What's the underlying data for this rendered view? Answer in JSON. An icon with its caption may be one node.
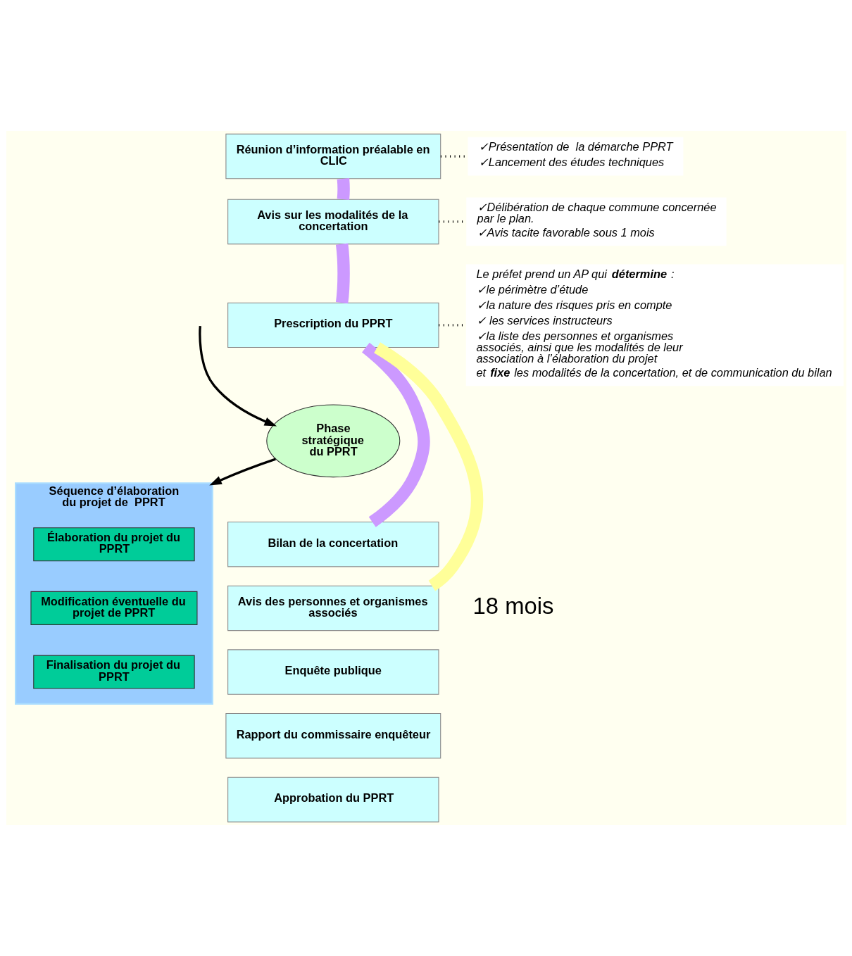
{
  "diagram": {
    "nodes": [
      {
        "text": [
          "Réunion d’information préalable en CLIC"
        ]
      },
      {
        "text": [
          "✓Présentation de  la démarche PPRT",
          "✓Lancement des études techniques"
        ]
      },
      {
        "text": [
          "Avis sur les modalités de la concertation"
        ]
      },
      {
        "text": [
          "✓Délibération de chaque commune concernée par le plan.",
          "✓Avis tacite favorable sous 1 mois"
        ]
      },
      {
        "text": [
          "Prescription du PPRT"
        ]
      },
      {
        "text": [
          "Le préfet prend un AP qui **détermine** :",
          "✓le périmètre d’étude",
          "✓la nature des risques pris en compte",
          "✓ les services instructeurs",
          "✓la liste des personnes et organismes associés, ainsi que les modalités de leur association à l’élaboration du projet",
          "et **fixe** les modalités de la concertation, et de communication du bilan"
        ]
      },
      {
        "text": [
          "Phase stratégique du PPRT"
        ]
      },
      {
        "text": [
          "Bilan de la concertation"
        ]
      },
      {
        "text": [
          "Avis des personnes et organismes associés"
        ]
      },
      {
        "text": [
          "Enquête publique"
        ]
      },
      {
        "text": [
          "Rapport du commissaire enquêteur"
        ]
      },
      {
        "text": [
          "Approbation du PPRT"
        ]
      },
      {
        "text": [
          "Séquence d’élaboration du projet de  PPRT"
        ]
      },
      {
        "text": [
          "Élaboration du projet du PPRT"
        ],
        "in": 12
      },
      {
        "text": [
          "Modification éventuelle du projet de PPRT"
        ],
        "in": 12
      },
      {
        "text": [
          "Finalisation du projet du PPRT"
        ],
        "in": 12
      }
    ],
    "edges": [
      {
        "from": 0,
        "to": 1,
        "arrow": "none",
        "style": "dashed"
      },
      {
        "from": 2,
        "to": 3,
        "arrow": "none",
        "style": "dashed"
      },
      {
        "from": 4,
        "to": 5,
        "arrow": "none",
        "style": "dashed"
      },
      {
        "from": 0,
        "to": 2,
        "arrow": "none",
        "style": "thick",
        "color": "#cc99ff"
      },
      {
        "from": 2,
        "to": 4,
        "arrow": "none",
        "style": "thick",
        "color": "#cc99ff"
      },
      {
        "from": 4,
        "to": 7,
        "arrow": "none",
        "style": "thick",
        "color": "#cc99ff"
      },
      {
        "from": 4,
        "to": 8,
        "arrow": "none",
        "style": "thick",
        "color": "#ffff99"
      },
      {
        "from": null,
        "to": 6,
        "arrow": "to"
      },
      {
        "from": 6,
        "to": 12,
        "arrow": "to"
      }
    ],
    "labels": [
      "18 mois"
    ]
  }
}
